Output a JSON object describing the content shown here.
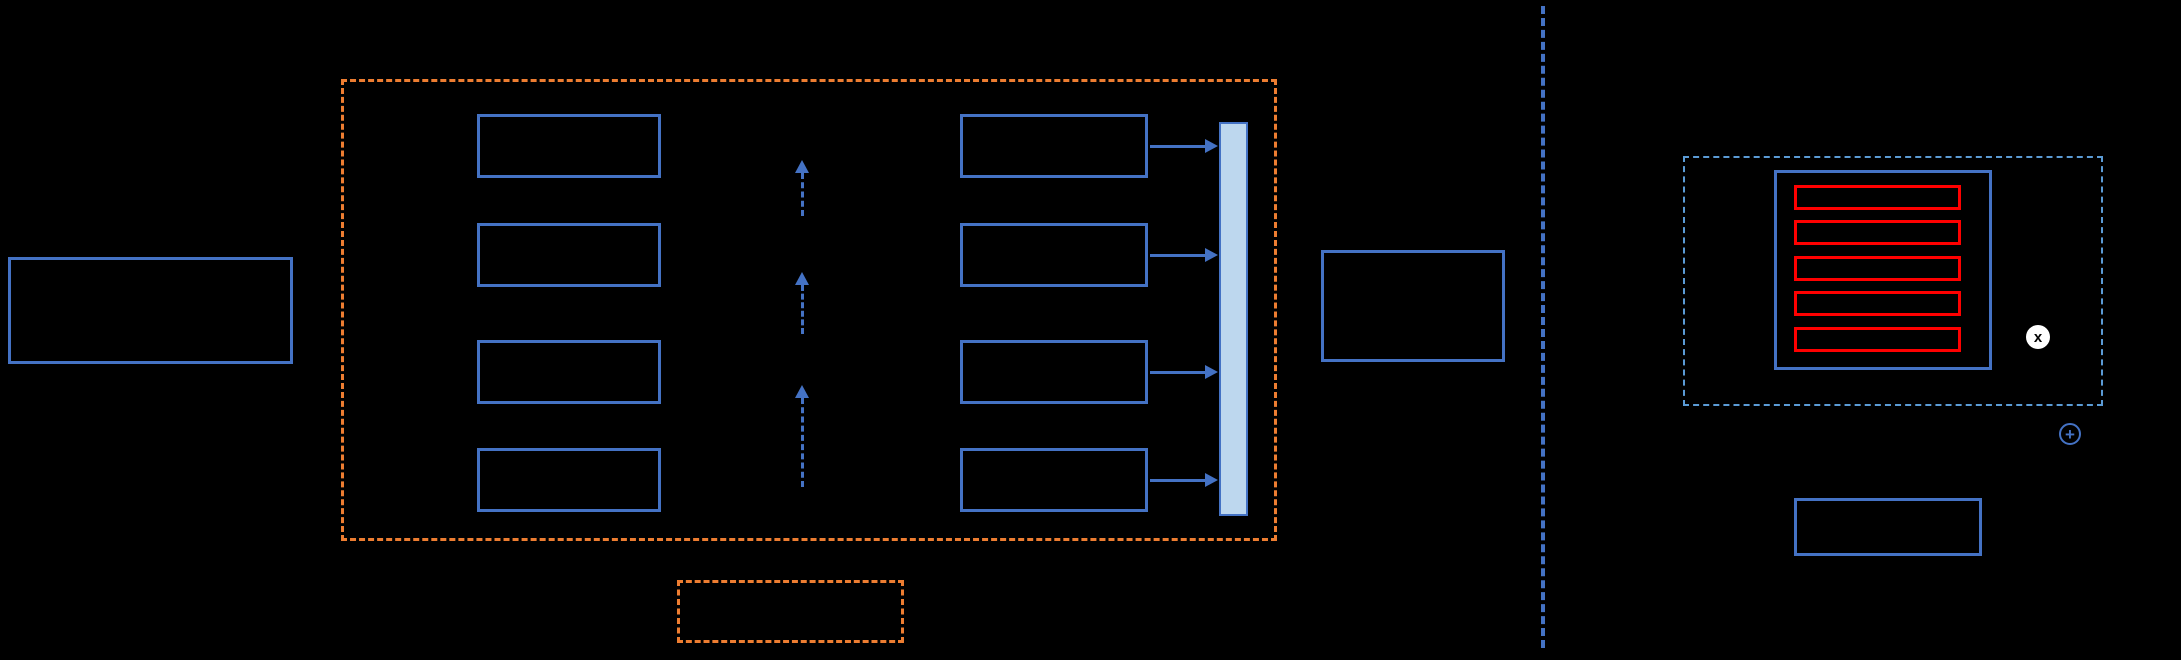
{
  "diagram": {
    "background_color": "#000000",
    "palette": {
      "primary_blue": "#4472C4",
      "dashed_light_blue": "#5B9BD5",
      "bar_fill_light_blue": "#BDD7EE",
      "orange": "#ED7D31",
      "red": "#FF0000",
      "white": "#FFFFFF"
    },
    "structure": {
      "left_column_box_count": 4,
      "right_column_box_count": 4,
      "dashed_up_arrow_count": 3,
      "right_arrow_count": 4,
      "red_bar_count": 5
    },
    "icons": {
      "circle_x_glyph": "x",
      "circle_plus_glyph": "+"
    }
  }
}
